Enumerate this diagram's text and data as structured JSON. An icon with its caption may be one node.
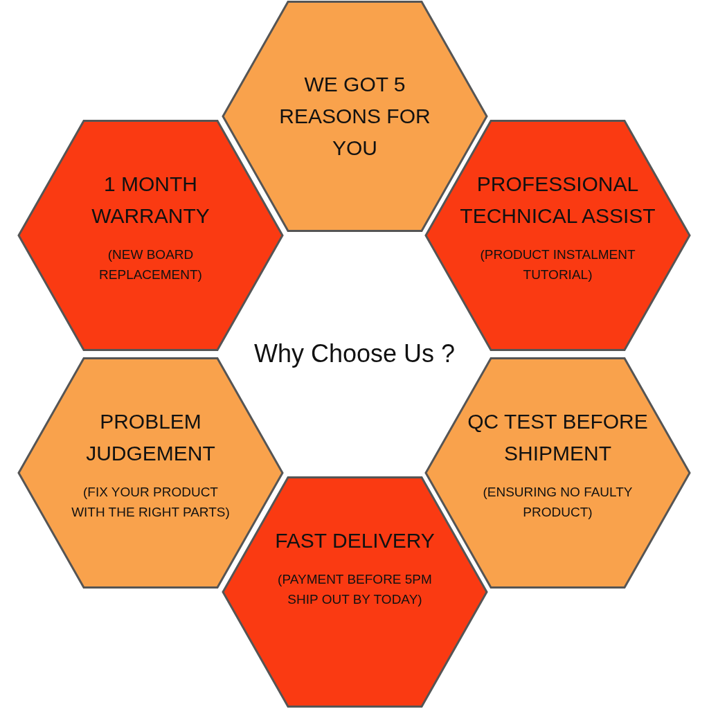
{
  "diagram": {
    "title": "Why Choose Us ?",
    "nodes": [
      {
        "text": [
          "WE GOT 5 REASONS FOR YOU"
        ]
      },
      {
        "text": [
          "1 MONTH WARRANTY",
          "(NEW BOARD REPLACEMENT)"
        ]
      },
      {
        "text": [
          "PROFESSIONAL TECHNICAL ASSIST",
          "(PRODUCT INSTALMENT TUTORIAL)"
        ]
      },
      {
        "text": [
          "PROBLEM JUDGEMENT",
          "(FIX YOUR PRODUCT WITH THE RIGHT PARTS)"
        ]
      },
      {
        "text": [
          "QC TEST BEFORE SHIPMENT",
          "(ENSURING NO FAULTY PRODUCT)"
        ]
      },
      {
        "text": [
          "FAST DELIVERY",
          "(PAYMENT BEFORE 5PM SHIP OUT BY TODAY)"
        ]
      }
    ]
  }
}
